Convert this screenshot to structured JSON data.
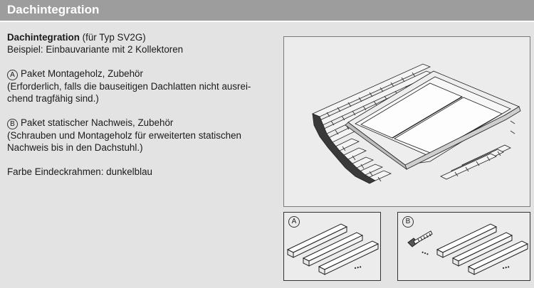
{
  "header": {
    "title": "Dachintegration"
  },
  "intro": {
    "title": "Dachintegration",
    "title_suffix": " (für Typ SV2G)",
    "example": "Beispiel: Einbauvariante mit 2 Kollektoren"
  },
  "package_a": {
    "marker": "A",
    "title": "Paket Montageholz, Zubehör",
    "desc_line1": "(Erforderlich, falls die bauseitigen Dachlatten nicht ausrei-",
    "desc_line2": "chend tragfähig sind.)"
  },
  "package_b": {
    "marker": "B",
    "title": "Paket statischer Nachweis, Zubehör",
    "desc_line1": "(Schrauben und Montageholz für erweiterten statischen",
    "desc_line2": "Nachweis bis in den Dachstuhl.)"
  },
  "color_note": "Farbe Eindeckrahmen: dunkelblau",
  "figures": {
    "a_label": "A",
    "b_label": "B",
    "ellipsis": "..."
  }
}
